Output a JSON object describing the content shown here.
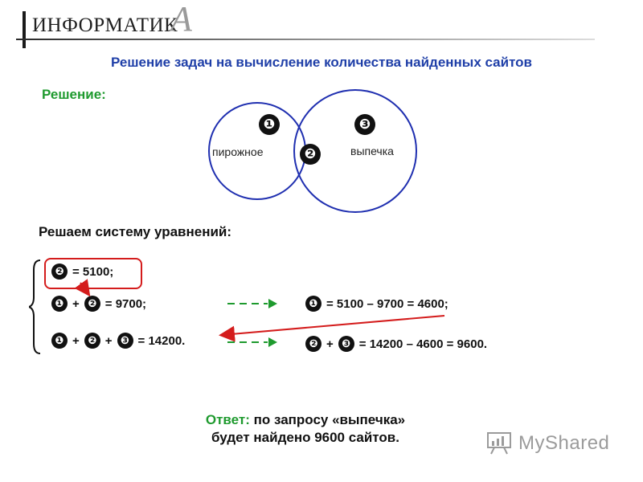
{
  "header": {
    "logo_text": "ИНФОРМАТИК",
    "logo_letter": "А"
  },
  "title": "Решение задач на вычисление количества найденных сайтов",
  "solution_label": "Решение:",
  "venn": {
    "left_label": "пирожное",
    "right_label": "выпечка",
    "region1": "❶",
    "region2": "❷",
    "region3": "❸",
    "circle_color": "#1f2fb0"
  },
  "system_label": "Решаем систему уравнений:",
  "equations": {
    "eq1": "= 5100;",
    "eq2": "= 9700;",
    "eq3": "= 14200.",
    "plus": "+",
    "res1": "= 5100 – 9700 = 4600;",
    "res2": "= 14200 – 4600 = 9600."
  },
  "answer": {
    "prefix": "Ответ:",
    "line1_rest": " по запросу «выпечка»",
    "line2": "будет найдено 9600 сайтов."
  },
  "watermark": {
    "text": "MyShared"
  },
  "colors": {
    "title": "#1f3fa8",
    "green": "#1e9a2e",
    "red": "#d41c1c"
  }
}
